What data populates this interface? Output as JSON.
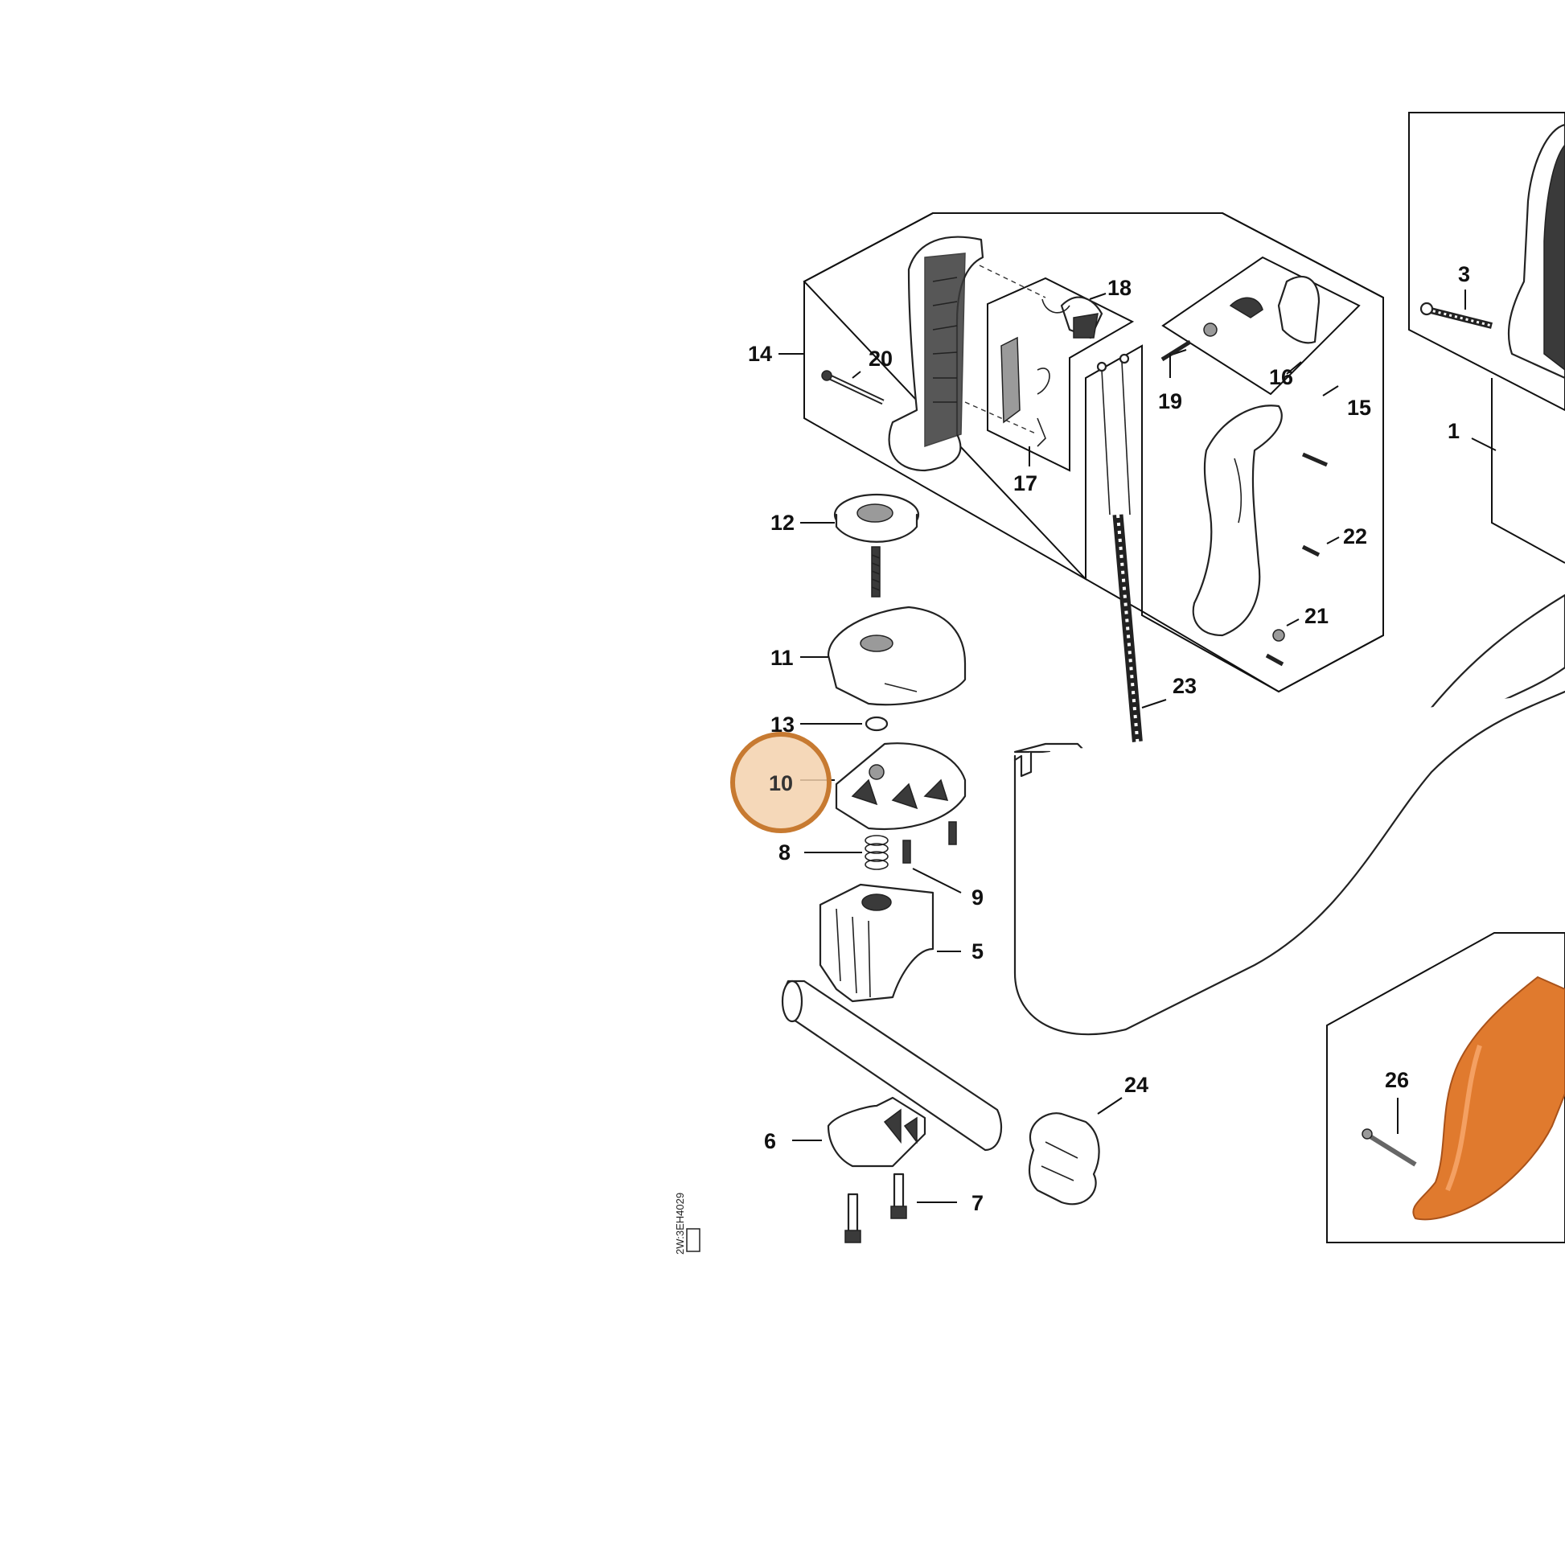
{
  "diagram": {
    "callouts": [
      "1",
      "3",
      "5",
      "6",
      "7",
      "8",
      "9",
      "10",
      "11",
      "12",
      "13",
      "14",
      "15",
      "16",
      "17",
      "18",
      "19",
      "20",
      "21",
      "22",
      "23",
      "24",
      "26"
    ],
    "highlighted_callout": "10",
    "drawing_reference": "2W:3EH4029",
    "colors": {
      "highlight_fill": "#f3d1ad",
      "highlight_ring": "#c77a31",
      "accent_part": "#e07a2e",
      "line": "#222222"
    }
  }
}
